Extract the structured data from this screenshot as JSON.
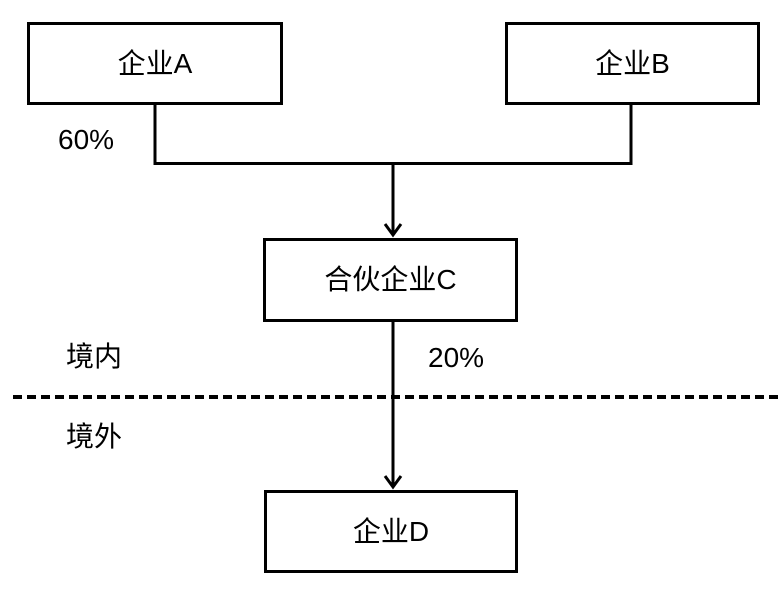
{
  "diagram": {
    "nodes": {
      "company_a": {
        "label": "企业A"
      },
      "company_b": {
        "label": "企业B"
      },
      "partnership_c": {
        "label": "合伙企业C"
      },
      "company_d": {
        "label": "企业D"
      }
    },
    "edge_labels": {
      "stake_into_c": "60%",
      "stake_into_d": "20%"
    },
    "region_labels": {
      "domestic": "境内",
      "overseas": "境外"
    },
    "colors": {
      "background": "#ffffff",
      "line": "#000000",
      "text": "#000000"
    }
  }
}
